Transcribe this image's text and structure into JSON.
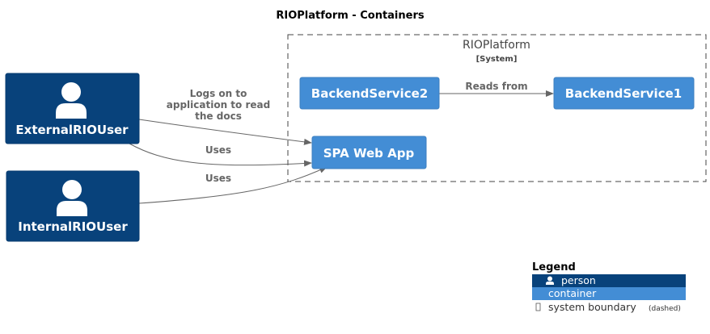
{
  "title": "RIOPlatform - Containers",
  "boundary": {
    "name": "RIOPlatform",
    "type": "[System]"
  },
  "persons": [
    {
      "id": "external",
      "label": "ExternalRIOUser"
    },
    {
      "id": "internal",
      "label": "InternalRIOUser"
    }
  ],
  "containers": [
    {
      "id": "backend2",
      "label": "BackendService2"
    },
    {
      "id": "backend1",
      "label": "BackendService1"
    },
    {
      "id": "spa",
      "label": "SPA Web App"
    }
  ],
  "relations": [
    {
      "from": "backend2",
      "to": "backend1",
      "label": [
        "Reads from"
      ]
    },
    {
      "from": "external",
      "to": "spa",
      "label": [
        "Logs on to",
        "application to read",
        "the docs"
      ]
    },
    {
      "from": "external",
      "to": "spa",
      "label": [
        "Uses"
      ]
    },
    {
      "from": "internal",
      "to": "spa",
      "label": [
        "Uses"
      ]
    }
  ],
  "legend": {
    "title": "Legend",
    "items": [
      {
        "label": "person",
        "icon": "person-icon"
      },
      {
        "label": "container",
        "icon": ""
      },
      {
        "label": "system boundary",
        "note": "(dashed)",
        "icon": "boundary-icon"
      }
    ]
  },
  "colors": {
    "person": "#08427b",
    "container": "#438dd5",
    "edge": "#666666",
    "boundary": "#444444"
  }
}
